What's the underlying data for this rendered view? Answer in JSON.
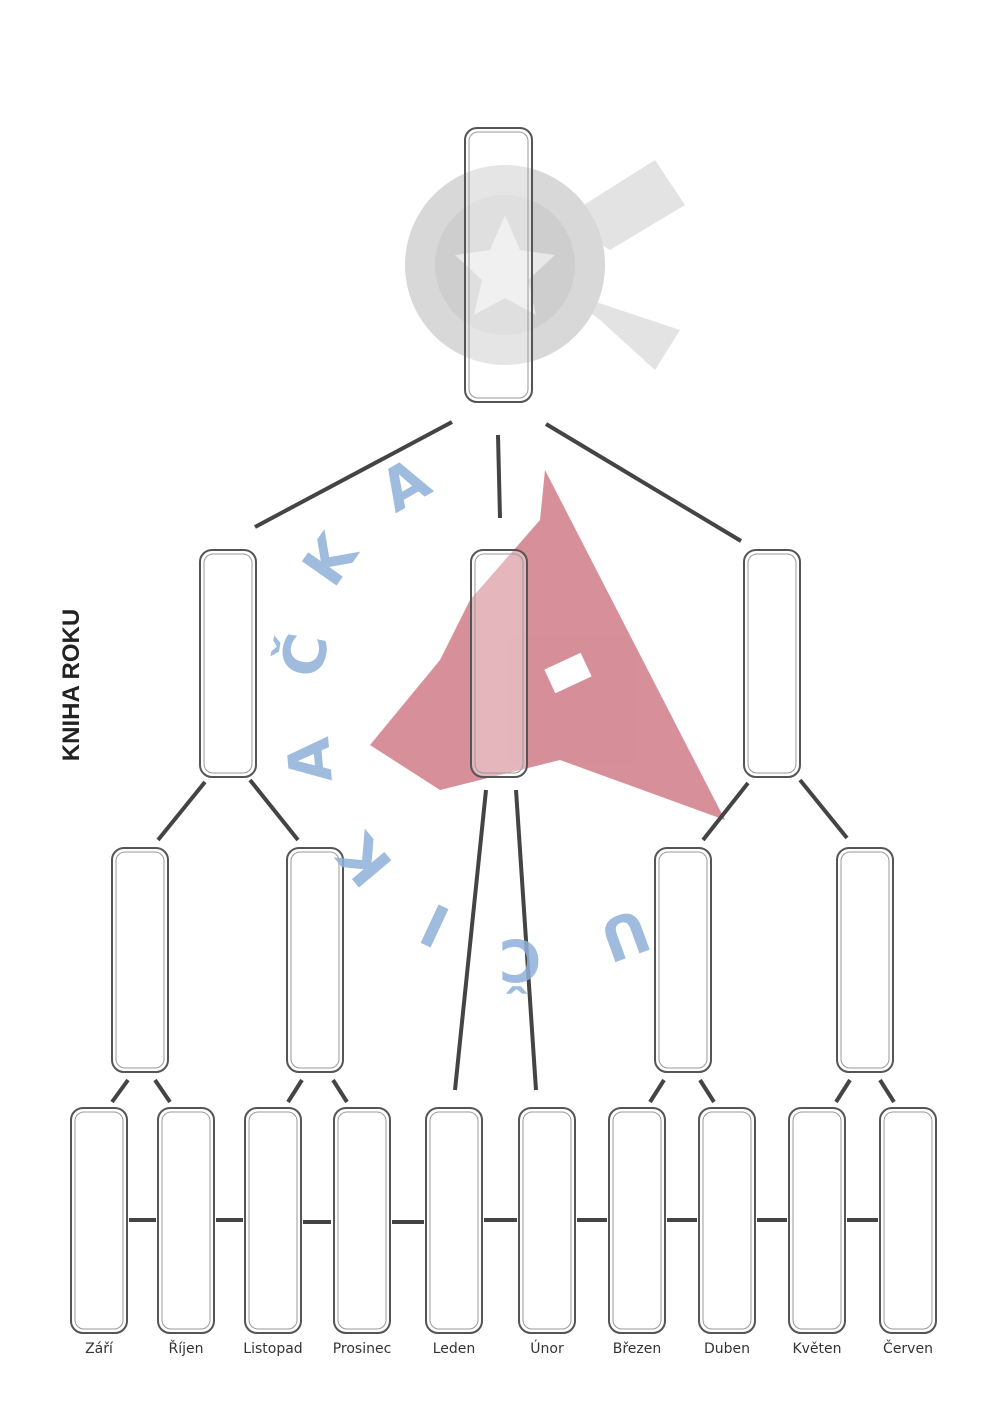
{
  "title": "KNIHA ROKU",
  "months": [
    "Září",
    "Říjen",
    "Listopad",
    "Prosinec",
    "Leden",
    "Únor",
    "Březen",
    "Duben",
    "Květen",
    "Červen"
  ],
  "watermark": {
    "letters": [
      "A",
      "K",
      "Č",
      "A",
      "K",
      "I",
      "Č",
      "U"
    ]
  },
  "colors": {
    "line": "#444444",
    "medal": "#d4d4d4",
    "logo": "#d07f8a",
    "watermark": "#8fb0d8"
  }
}
